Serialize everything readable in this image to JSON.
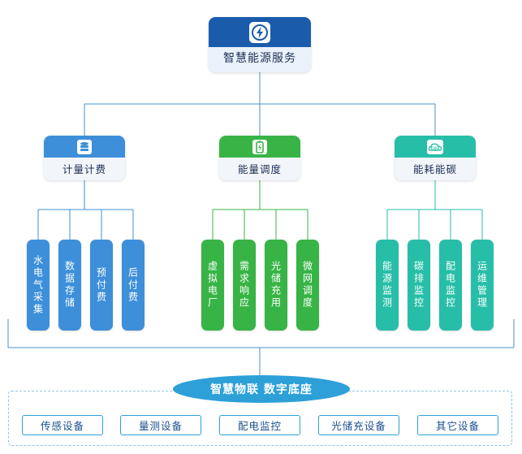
{
  "top": {
    "title": "智慧能源服务",
    "icon": "lightning-icon"
  },
  "categories": [
    {
      "title": "计量计费",
      "icon": "database-icon",
      "color": "#3d8fd9",
      "leaves": [
        "水电气采集",
        "数据存储",
        "预付费",
        "后付费"
      ]
    },
    {
      "title": "能量调度",
      "icon": "battery-icon",
      "color": "#37b445",
      "leaves": [
        "虚拟电厂",
        "需求响应",
        "光储充用",
        "微网调度"
      ]
    },
    {
      "title": "能耗能碳",
      "icon": "co2-cloud-icon",
      "color": "#27bea8",
      "leaves": [
        "能源监测",
        "碳排监控",
        "配电监控",
        "运维管理"
      ]
    }
  ],
  "base": {
    "title": "智慧物联 数字底座",
    "color": "#2da0d8"
  },
  "devices": [
    "传感设备",
    "量测设备",
    "配电监控",
    "光储充设备",
    "其它设备"
  ]
}
